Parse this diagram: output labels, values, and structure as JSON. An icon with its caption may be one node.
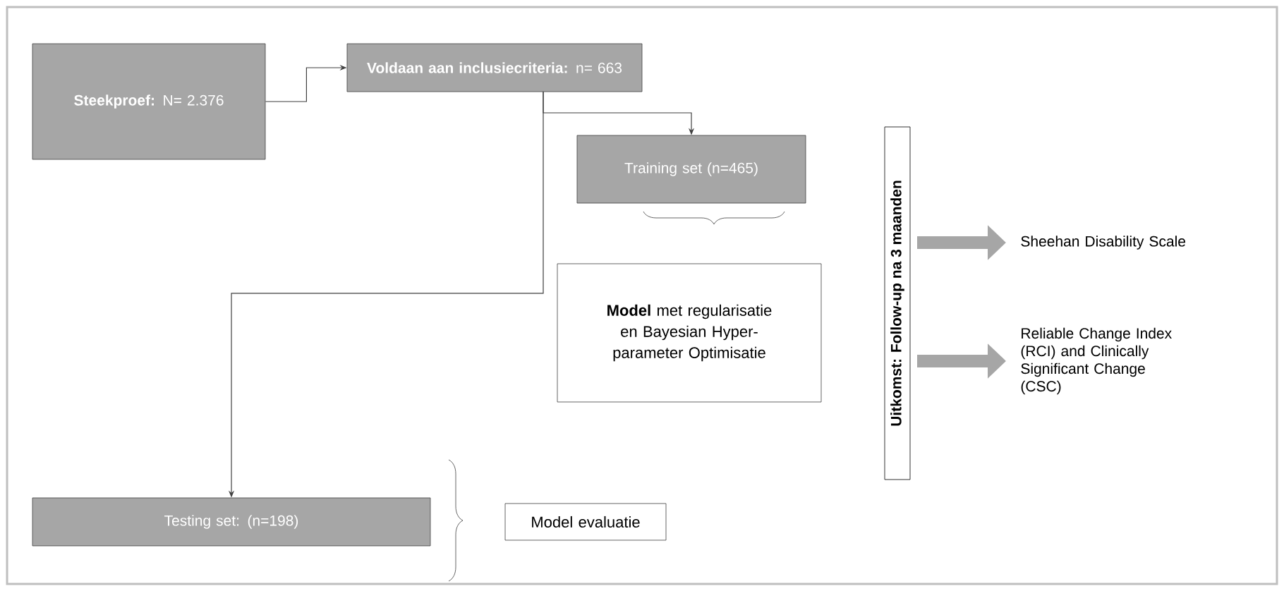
{
  "diagram": {
    "nodes": [
      {
        "text": [
          "**Steekproef:** N= 2.376"
        ]
      },
      {
        "text": [
          "**Voldaan aan inclusiecriteria:** n= 663"
        ]
      },
      {
        "text": [
          "Training set (n=465)"
        ]
      },
      {
        "text": [
          "**Model** met regularisatie en Bayesian Hyper-parameter Optimisatie"
        ]
      },
      {
        "text": [
          "Testing set: (n=198)"
        ]
      },
      {
        "text": [
          "Model evaluatie"
        ]
      },
      {
        "text": [
          "Uitkomst: Follow-up na 3 maanden"
        ]
      },
      {
        "text": [
          "Sheehan Disability Scale"
        ]
      },
      {
        "text": [
          "Reliable Change Index (RCI) and Clinically Significant Change (CSC)"
        ]
      }
    ],
    "edges": [
      {
        "from": 0,
        "to": 1,
        "arrow": "to"
      },
      {
        "from": 1,
        "to": 2,
        "arrow": "to"
      },
      {
        "from": 1,
        "to": 4,
        "arrow": "to"
      },
      {
        "from": 6,
        "to": 7,
        "arrow": "to",
        "style": "thick",
        "color": "#a6a6a6"
      },
      {
        "from": 6,
        "to": 8,
        "arrow": "to",
        "style": "thick",
        "color": "#a6a6a6"
      }
    ]
  }
}
